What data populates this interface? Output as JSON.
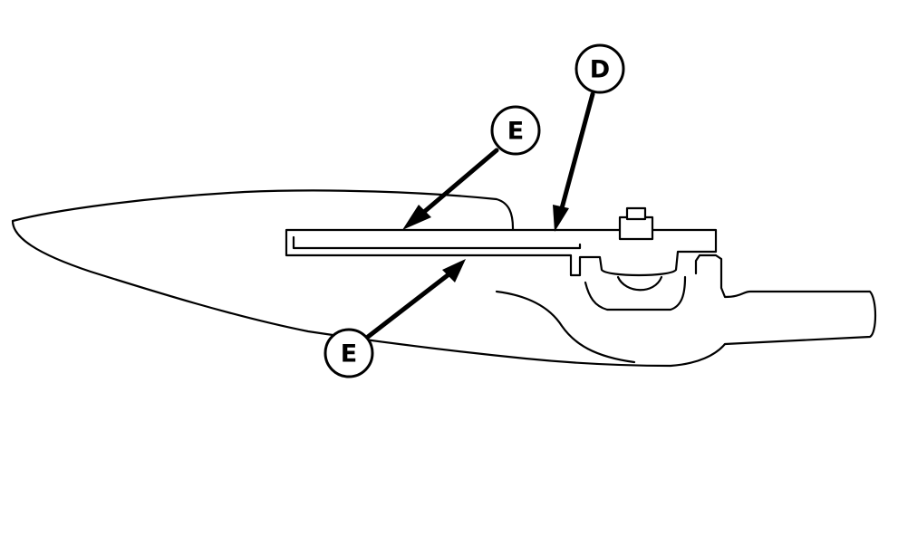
{
  "callouts": {
    "e_upper": {
      "label": "E"
    },
    "d": {
      "label": "D"
    },
    "e_lower": {
      "label": "E"
    }
  }
}
